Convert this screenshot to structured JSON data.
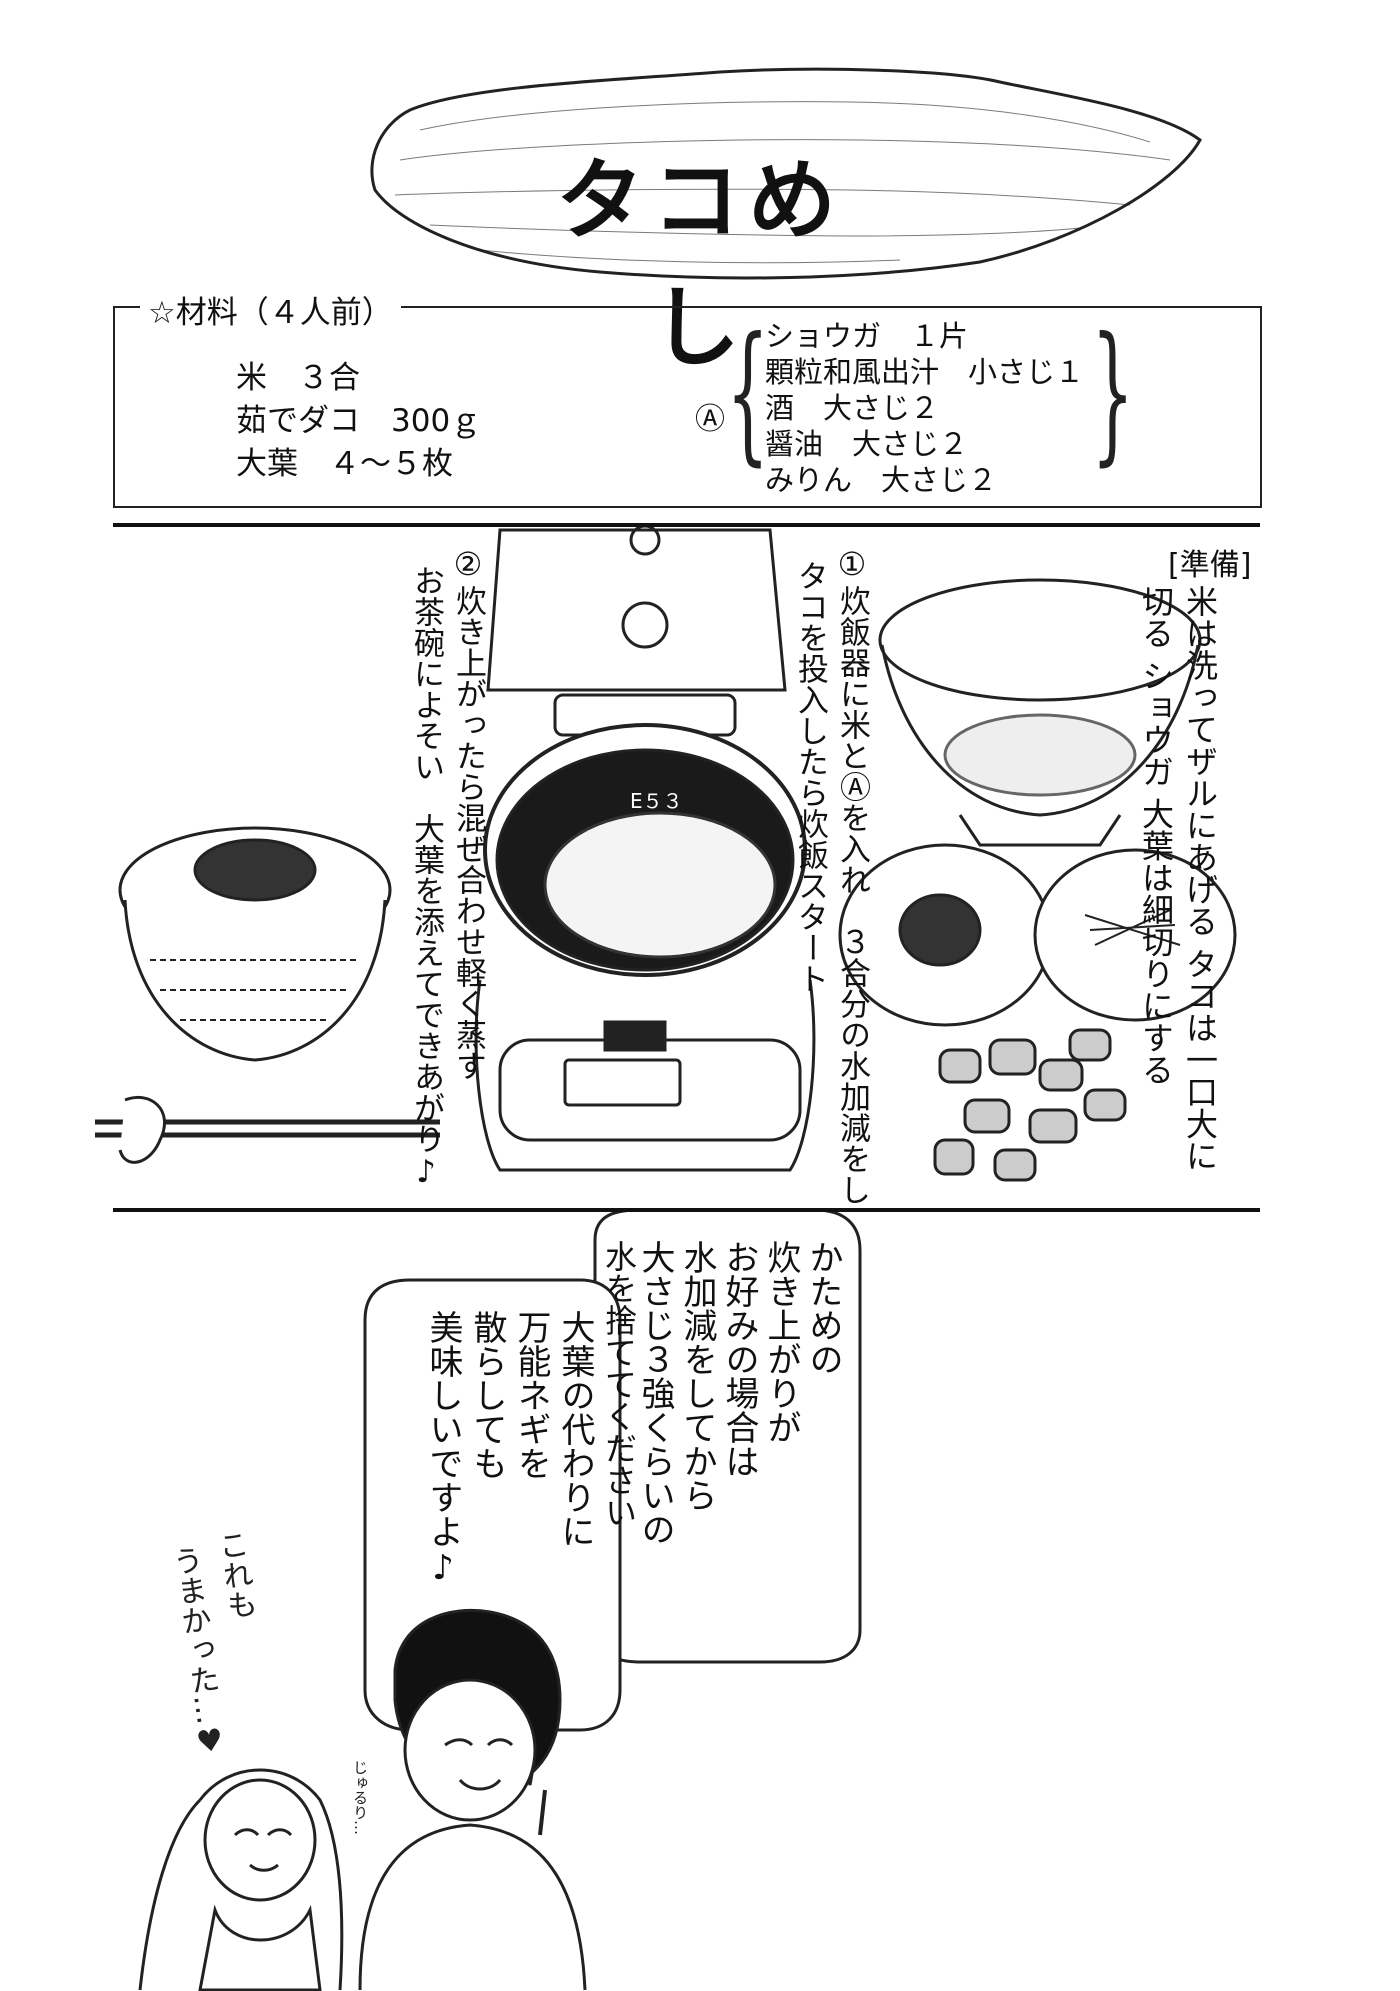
{
  "recipe": {
    "title": "タコめし",
    "ingredients_header": "☆材料（４人前）",
    "main_ingredients": [
      "米　３合",
      "茹でダコ　300ｇ",
      "大葉　４～５枚"
    ],
    "seasoning_marker": "Ⓐ",
    "seasonings": [
      "ショウガ　１片",
      "顆粒和風出汁　小さじ１",
      "酒　大さじ２",
      "醤油　大さじ２",
      "みりん　大さじ２"
    ],
    "prep_label": "[準備]",
    "prep_lines": [
      "米は洗ってザルにあげる タコは一口大に",
      "切る ショウガ 大葉は細切りにする"
    ],
    "step1_lines": [
      "①",
      "炊飯器に米とⒶを入れ　３合分の水加減をし",
      "タコを投入したら炊飯スタート"
    ],
    "step2_lines": [
      "②",
      "炊き上がったら混ぜ合わせ軽く蒸す",
      "お茶碗によそい　大葉を添えてできあがり♪"
    ],
    "rice_cooker_marks": "E５３"
  },
  "bubbles": {
    "right": [
      "かための",
      "炊き上がりが",
      "お好みの場合は",
      "水加減をしてから",
      "大さじ３強くらいの",
      "水を捨ててください"
    ],
    "left": [
      "大葉の代わりに",
      "万能ネギを",
      "散らしても",
      "美味しいですよ♪"
    ]
  },
  "handwritten": {
    "girl_comment": [
      "これも",
      "うまかった…♥"
    ],
    "sfx": "じゅるり…"
  }
}
